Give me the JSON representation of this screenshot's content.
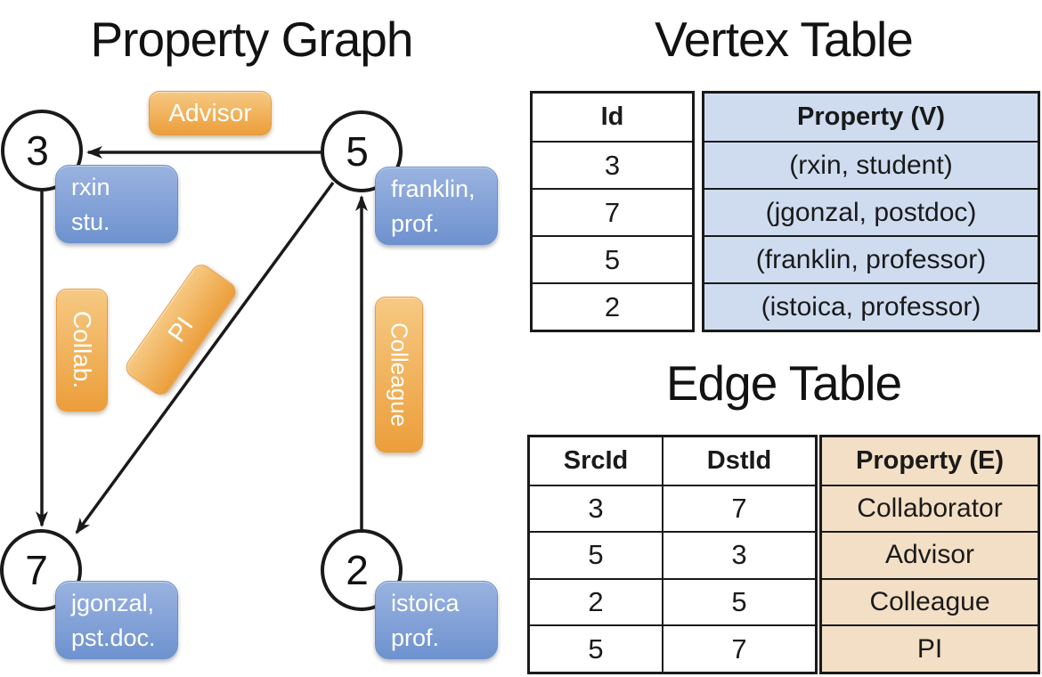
{
  "graph": {
    "title": "Property Graph",
    "nodes": [
      {
        "id": "3",
        "line1": "rxin",
        "line2": "stu."
      },
      {
        "id": "5",
        "line1": "franklin,",
        "line2": "prof."
      },
      {
        "id": "7",
        "line1": "jgonzal,",
        "line2": "pst.doc."
      },
      {
        "id": "2",
        "line1": "istoica",
        "line2": "prof."
      }
    ],
    "edge_labels": {
      "advisor": "Advisor",
      "collab": "Collab.",
      "pi": "PI",
      "colleague": "Colleague"
    }
  },
  "vertex_table": {
    "title": "Vertex Table",
    "columns": {
      "id": "Id",
      "property": "Property (V)"
    },
    "rows": [
      {
        "id": "3",
        "property": "(rxin, student)"
      },
      {
        "id": "7",
        "property": "(jgonzal, postdoc)"
      },
      {
        "id": "5",
        "property": "(franklin, professor)"
      },
      {
        "id": "2",
        "property": "(istoica, professor)"
      }
    ]
  },
  "edge_table": {
    "title": "Edge Table",
    "columns": {
      "src": "SrcId",
      "dst": "DstId",
      "property": "Property (E)"
    },
    "rows": [
      {
        "src": "3",
        "dst": "7",
        "property": "Collaborator"
      },
      {
        "src": "5",
        "dst": "3",
        "property": "Advisor"
      },
      {
        "src": "2",
        "dst": "5",
        "property": "Colleague"
      },
      {
        "src": "5",
        "dst": "7",
        "property": "PI"
      }
    ]
  },
  "colors": {
    "edge_label_orange": "#ec9e3a",
    "vertex_label_blue": "#6e92cf",
    "vertex_property_bg": "#cfdcf0",
    "edge_property_bg": "#f3dfc5",
    "line_color": "#1a1a1a"
  }
}
